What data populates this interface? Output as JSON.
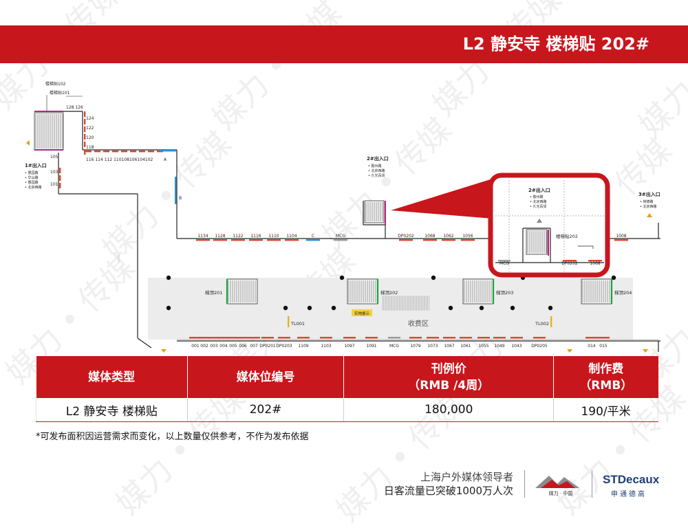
{
  "header": {
    "title": "L2 静安寺 楼梯贴 202#"
  },
  "watermark": {
    "text": "媒力 • 传媒"
  },
  "plan": {
    "stair_labels_top_left": [
      "楼梯贴102",
      "楼梯贴101"
    ],
    "exit1": {
      "title": "1#出入口",
      "roads": [
        "• 愚园路",
        "• 华山路",
        "• 愚园路",
        "• 北京西路"
      ]
    },
    "exit2": {
      "title": "2#出入口",
      "roads": [
        "• 胶州路",
        "• 北京西路",
        "• 久光百货"
      ]
    },
    "exit3": {
      "title": "3#出入口",
      "roads": [
        "• 常德路",
        "• 北京西路"
      ]
    },
    "zoom_exit2": {
      "title": "2#出入口",
      "roads": [
        "• 胶州路",
        "• 北京西路",
        "• 久光百货"
      ]
    },
    "top_left_codes": [
      "128 126",
      "124",
      "122",
      "120",
      "118"
    ],
    "left_codes": [
      "105",
      "103",
      "101"
    ],
    "upper_row_left": "116 114 112 110108106104102",
    "code_A": "A",
    "code_B": "B",
    "upper_corridor": [
      "1134",
      "1128",
      "1122",
      "1116",
      "1110",
      "1104",
      "C",
      "MCG"
    ],
    "mid_codes": [
      "DP0202",
      "1068",
      "1062",
      "1056"
    ],
    "right_code": "1008",
    "stair_tops": [
      "梯顶201",
      "梯顶202",
      "梯顶203",
      "梯顶204"
    ],
    "tl_codes": [
      "TL001",
      "TL002"
    ],
    "exhibit": "实物展示",
    "fare_zone": "收费区",
    "stair_202_label": "楼梯贴202",
    "zoom_codes": [
      "MCG",
      "DP0202",
      "1068"
    ],
    "lower_corridor": [
      "001",
      "002",
      "003",
      "004",
      "005",
      "006",
      "007",
      "DP0201",
      "DP0203",
      "1109",
      "1103",
      "1097",
      "1091",
      "MCG",
      "1079",
      "1073",
      "1067",
      "1061",
      "1055",
      "1049",
      "1043",
      "DP0205",
      "014",
      "015"
    ]
  },
  "table": {
    "headers": [
      {
        "line1": "媒体类型",
        "line2": ""
      },
      {
        "line1": "媒体位编号",
        "line2": ""
      },
      {
        "line1": "刊例价",
        "line2": "（RMB /4周）"
      },
      {
        "line1": "制作费",
        "line2": "（RMB）"
      }
    ],
    "rows": [
      [
        "L2 静安寺 楼梯贴",
        "202#",
        "180,000",
        "190/平米"
      ]
    ]
  },
  "note": "*可发布面积因运营需求而变化，以上数量仅供参考，不作为发布依据",
  "footer": {
    "slogan1": "上海户外媒体领导者",
    "slogan2": "日客流量已突破1000万人次",
    "logo1_text": "媒力 · 中国",
    "logo2_brand": "STDecaux",
    "logo2_sub": "申通德高"
  },
  "colors": {
    "accent": "#c8161d",
    "media_marker": "#d9482b",
    "blue_marker": "#2f8fd0",
    "green": "#1aa33a",
    "magenta": "#c0207a"
  }
}
